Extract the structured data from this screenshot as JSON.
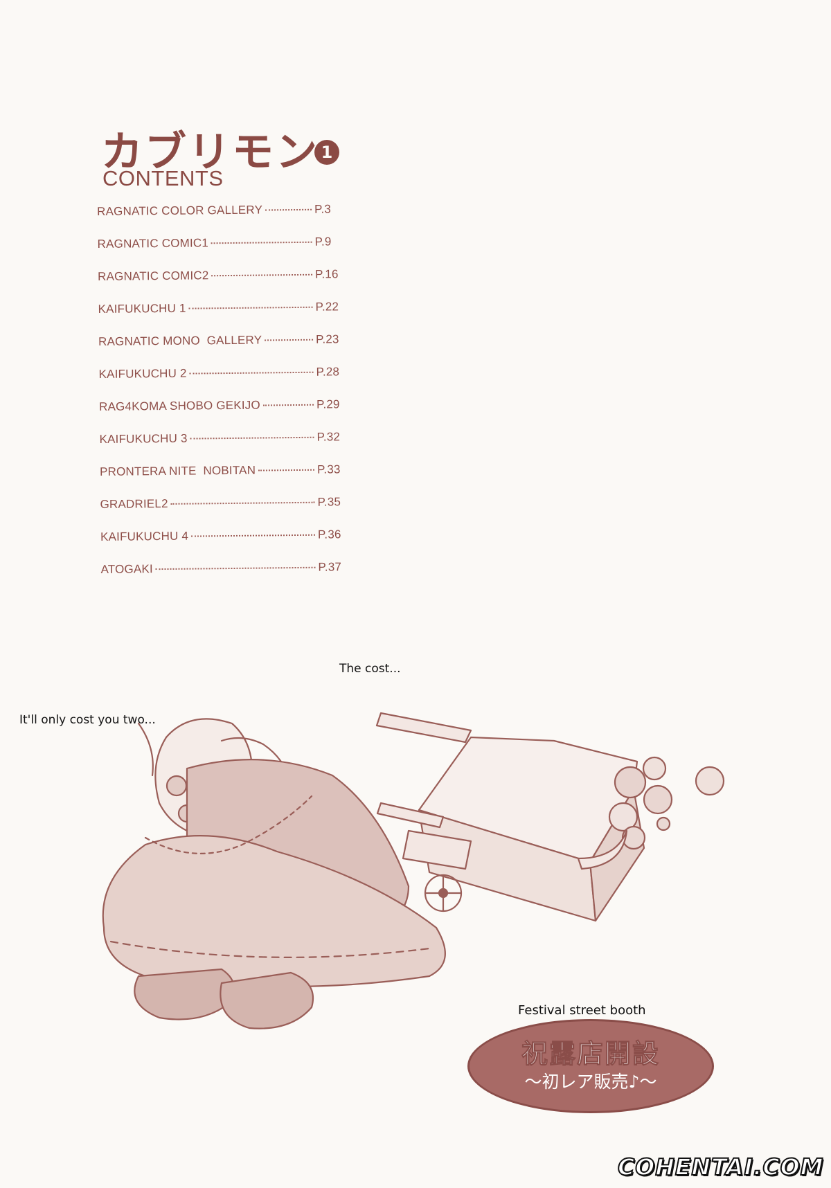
{
  "title": {
    "japanese": "カブリモン",
    "volume": "1",
    "contents_heading": "CONTENTS"
  },
  "toc": [
    {
      "title": "RAGNATIC COLOR GALLERY",
      "page": "P.3"
    },
    {
      "title": "RAGNATIC COMIC1",
      "page": "P.9"
    },
    {
      "title": "RAGNATIC COMIC2",
      "page": "P.16"
    },
    {
      "title": "KAIFUKUCHU 1",
      "page": "P.22"
    },
    {
      "title": "RAGNATIC MONO  GALLERY",
      "page": "P.23"
    },
    {
      "title": "KAIFUKUCHU 2",
      "page": "P.28"
    },
    {
      "title": "RAG4KOMA SHOBO GEKIJO",
      "page": "P.29"
    },
    {
      "title": "KAIFUKUCHU 3",
      "page": "P.32"
    },
    {
      "title": "PRONTERA NITE  NOBITAN",
      "page": "P.33"
    },
    {
      "title": "GRADRIEL2",
      "page": "P.35"
    },
    {
      "title": "KAIFUKUCHU 4",
      "page": "P.36"
    },
    {
      "title": "ATOGAKI",
      "page": "P.37"
    }
  ],
  "speech": {
    "line1": "The cost...",
    "line2": "It'll only cost you two...",
    "caption": "Festival street booth"
  },
  "sign": {
    "main": "祝露店開設",
    "sub": "〜初レア販売♪〜"
  },
  "watermark": "COHENTAI.COM",
  "colors": {
    "ink": "#8b4a44",
    "paper": "#fbf9f6",
    "sign_fill": "#a86a66"
  }
}
